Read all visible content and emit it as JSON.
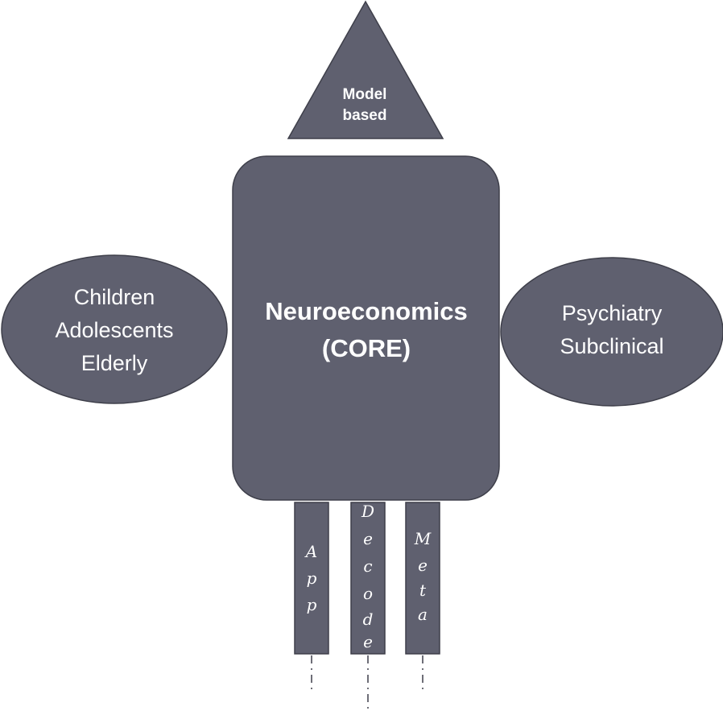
{
  "diagram": {
    "colors": {
      "shape_fill": "#5f606f",
      "shape_stroke": "#3e3f4a",
      "text": "#ffffff",
      "connector": "#3e3f4a",
      "background": "#ffffff"
    },
    "triangle": {
      "line1": "Model",
      "line2": "based"
    },
    "core": {
      "line1": "Neuroeconomics",
      "line2": "(CORE)"
    },
    "left_ellipse": {
      "line1": "Children",
      "line2": "Adolescents",
      "line3": "Elderly"
    },
    "right_ellipse": {
      "line1": "Psychiatry",
      "line2": "Subclinical"
    },
    "legs": [
      {
        "letters": [
          "A",
          "p",
          "p"
        ]
      },
      {
        "letters": [
          "D",
          "e",
          "c",
          "o",
          "d",
          "e"
        ]
      },
      {
        "letters": [
          "M",
          "e",
          "t",
          "a"
        ]
      }
    ]
  }
}
